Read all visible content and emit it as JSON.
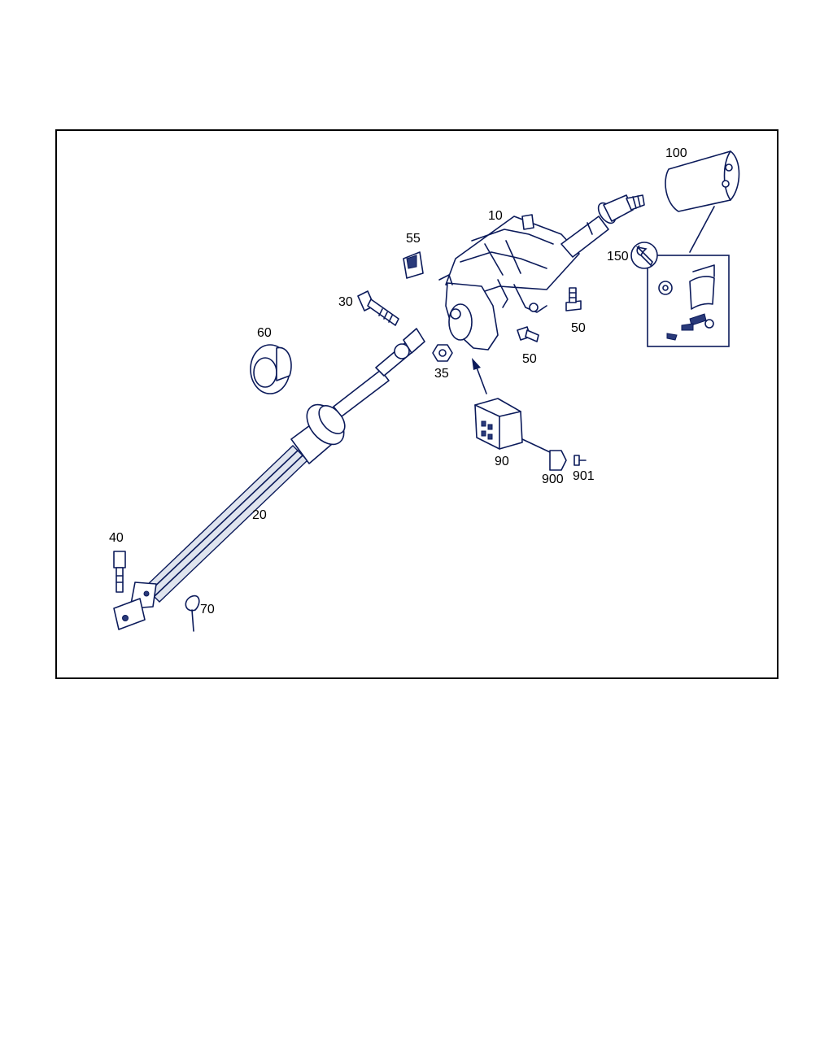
{
  "labels": {
    "p10": "10",
    "p20": "20",
    "p30": "30",
    "p35": "35",
    "p40": "40",
    "p50a": "50",
    "p50b": "50",
    "p55": "55",
    "p60": "60",
    "p70": "70",
    "p90": "90",
    "p100": "100",
    "p150": "150",
    "p900": "900",
    "p901": "901"
  },
  "colors": {
    "line": "#0b1a5a",
    "frame": "#000000",
    "background": "#ffffff"
  },
  "icons": {
    "kit": "wrench-icon"
  }
}
